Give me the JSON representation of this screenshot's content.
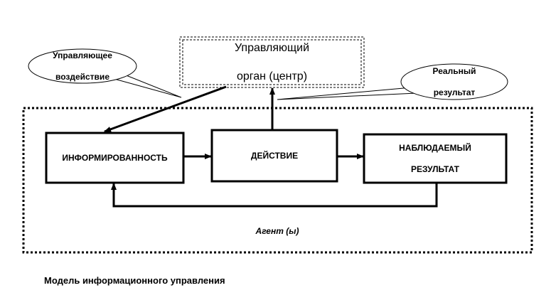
{
  "diagram": {
    "center": {
      "line1": "Управляющий",
      "line2": "орган (центр)"
    },
    "callout_influence": {
      "line1": "Управляющее",
      "line2": "воздействие"
    },
    "callout_result": {
      "line1": "Реальный",
      "line2": "результат"
    },
    "box_awareness": "ИНФОРМИРОВАННОСТЬ",
    "box_action": "ДЕЙСТВИЕ",
    "box_observed": {
      "line1": "НАБЛЮДАЕМЫЙ",
      "line2": "РЕЗУЛЬТАТ"
    },
    "agents_label": "Агент (ы)",
    "caption": "Модель информационного управления"
  },
  "colors": {
    "stroke": "#000000",
    "background": "#ffffff",
    "text": "#000000"
  }
}
